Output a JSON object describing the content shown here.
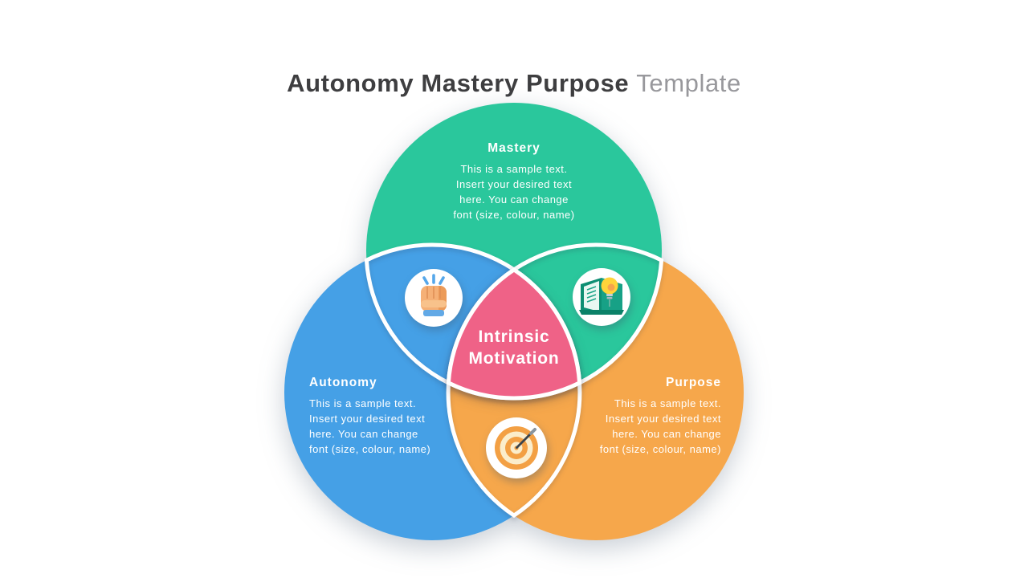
{
  "background_color": "#FFFFFF",
  "title": {
    "main": "Autonomy Mastery Purpose",
    "suffix": "Template",
    "main_color": "#3E3E40",
    "suffix_color": "#98989C"
  },
  "venn": {
    "circles": [
      {
        "id": "mastery",
        "label": "Mastery",
        "color": "#2AC79C",
        "position": "top",
        "lines": [
          "This is a sample text.",
          "Insert your desired text",
          "here. You can change",
          "font (size, colour, name)"
        ]
      },
      {
        "id": "autonomy",
        "label": "Autonomy",
        "color": "#45A0E6",
        "position": "bottom-left",
        "lines": [
          "This is a sample text.",
          "Insert your desired text",
          "here. You can change",
          "font (size, colour, name)"
        ]
      },
      {
        "id": "purpose",
        "label": "Purpose",
        "color": "#F6A74B",
        "position": "bottom-right",
        "lines": [
          "This is a sample text.",
          "Insert your desired text",
          "here. You can change",
          "font (size, colour, name)"
        ]
      }
    ],
    "center": {
      "lines": [
        "Intrinsic",
        "Motivation"
      ],
      "color": "#EF6287",
      "text_color": "#FFFFFF"
    },
    "intersections": [
      {
        "between": "Autonomy + Mastery",
        "icon": "raised-fist-icon"
      },
      {
        "between": "Mastery + Purpose",
        "icon": "open-book-lightbulb-icon"
      },
      {
        "between": "Autonomy + Purpose",
        "icon": "dartboard-target-icon"
      }
    ]
  }
}
